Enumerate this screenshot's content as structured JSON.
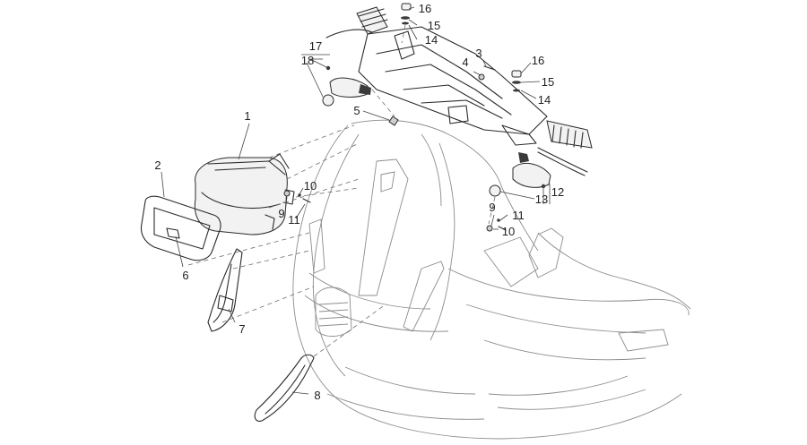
{
  "diagram": {
    "callouts": [
      {
        "id": "c1",
        "label": "1"
      },
      {
        "id": "c2",
        "label": "2"
      },
      {
        "id": "c3",
        "label": "3"
      },
      {
        "id": "c4",
        "label": "4"
      },
      {
        "id": "c5",
        "label": "5"
      },
      {
        "id": "c6",
        "label": "6"
      },
      {
        "id": "c7",
        "label": "7"
      },
      {
        "id": "c8",
        "label": "8"
      },
      {
        "id": "c9a",
        "label": "9"
      },
      {
        "id": "c9b",
        "label": "9"
      },
      {
        "id": "c10a",
        "label": "10"
      },
      {
        "id": "c10b",
        "label": "10"
      },
      {
        "id": "c11a",
        "label": "11"
      },
      {
        "id": "c11b",
        "label": "11"
      },
      {
        "id": "c12",
        "label": "12"
      },
      {
        "id": "c13",
        "label": "13"
      },
      {
        "id": "c14a",
        "label": "14"
      },
      {
        "id": "c14b",
        "label": "14"
      },
      {
        "id": "c15a",
        "label": "15"
      },
      {
        "id": "c15b",
        "label": "15"
      },
      {
        "id": "c16a",
        "label": "16"
      },
      {
        "id": "c16b",
        "label": "16"
      },
      {
        "id": "c17",
        "label": "17"
      },
      {
        "id": "c18",
        "label": "18"
      }
    ]
  }
}
